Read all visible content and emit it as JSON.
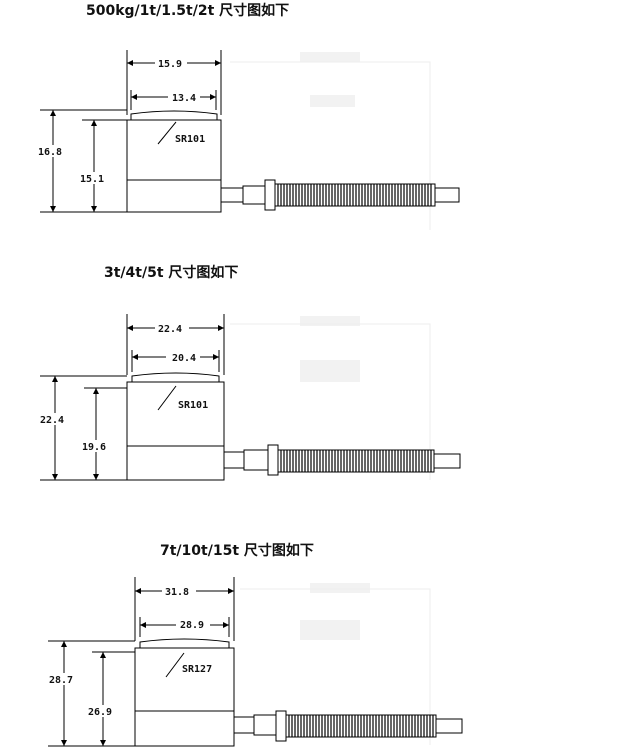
{
  "sections": [
    {
      "title": "500kg/1t/1.5t/2t  尺寸图如下",
      "dim_outer_width": "15.9",
      "dim_inner_width": "13.4",
      "dim_total_height": "16.8",
      "dim_body_height": "15.1",
      "sphere_radius": "SR101"
    },
    {
      "title": "3t/4t/5t 尺寸图如下",
      "dim_outer_width": "22.4",
      "dim_inner_width": "20.4",
      "dim_total_height": "22.4",
      "dim_body_height": "19.6",
      "sphere_radius": "SR101"
    },
    {
      "title": "7t/10t/15t  尺寸图如下",
      "dim_outer_width": "31.8",
      "dim_inner_width": "28.9",
      "dim_total_height": "28.7",
      "dim_body_height": "26.9",
      "sphere_radius": "SR127"
    }
  ]
}
